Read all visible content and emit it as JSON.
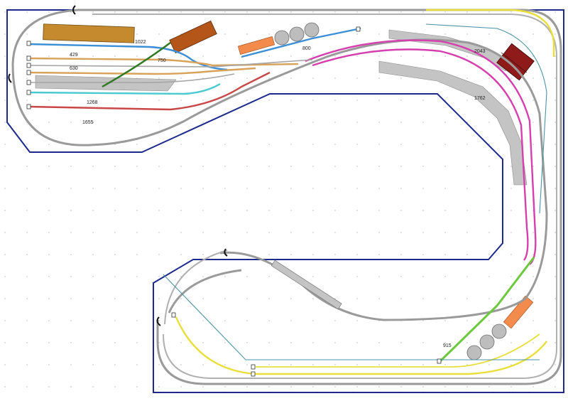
{
  "diagram": {
    "type": "model-railway-track-plan",
    "colors": {
      "baseboard_outline": "#1c2a8c",
      "grid_dot": "#c8ccd6",
      "track_grey": "#9a9a9a",
      "track_yellow": "#e8df3c",
      "track_magenta": "#d53fae",
      "track_blue": "#3b8fd6",
      "track_cyan": "#49c9d2",
      "track_red": "#c84848",
      "track_orange": "#d8a25a",
      "track_green": "#6cc83c",
      "track_darkgreen": "#2e7a22",
      "track_teal_line": "#4a93a6",
      "platform_grey": "#c4c4c4",
      "building_tan": "#c58a2e",
      "building_brown": "#b4561a",
      "building_orange": "#f28b4b",
      "building_darkred": "#8e1a1a",
      "tank_grey": "#bdbdbd"
    },
    "labels": {
      "siding_1022": "1022",
      "siding_429": "429",
      "siding_750": "750",
      "siding_630": "630",
      "siding_800": "800",
      "siding_1268": "1268",
      "siding_1655": "1655",
      "siding_2043": "2043",
      "siding_1762": "1762",
      "siding_915": "915"
    }
  }
}
